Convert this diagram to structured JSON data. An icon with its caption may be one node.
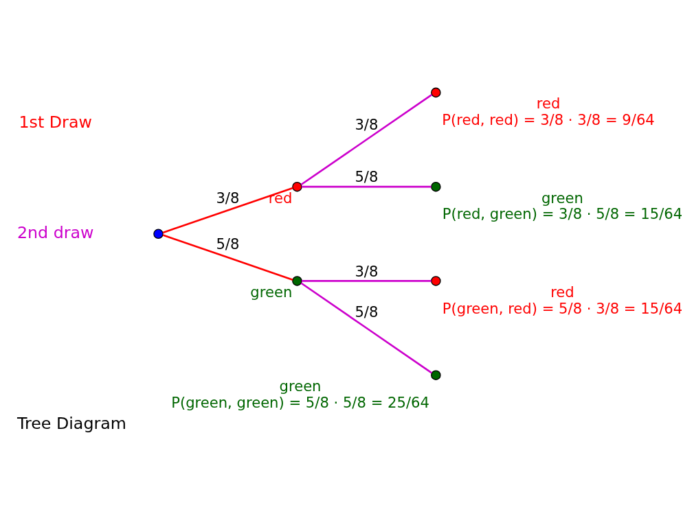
{
  "diagram": {
    "caption": "Tree Diagram",
    "nodes": [
      {
        "text": [],
        "shape": "circle"
      },
      {
        "text": [],
        "shape": "circle",
        "beside": [
          "red"
        ]
      },
      {
        "text": [],
        "shape": "circle",
        "beside": [
          "green"
        ]
      },
      {
        "text": [],
        "shape": "circle",
        "beside": [
          "red",
          "P(red, red) = 3/8 · 3/8 = 9/64"
        ]
      },
      {
        "text": [],
        "shape": "circle",
        "beside": [
          "green",
          "P(red, green) = 3/8 · 5/8 = 15/64"
        ]
      },
      {
        "text": [],
        "shape": "circle",
        "beside": [
          "red",
          "P(green, red) = 5/8 · 3/8 = 15/64"
        ]
      },
      {
        "text": [],
        "shape": "circle",
        "beside": [
          "green",
          "P(green, green) = 5/8 · 5/8 = 25/64"
        ]
      }
    ],
    "edges": [
      {
        "from": 0,
        "to": 1,
        "arrow": "none",
        "label": "3/8",
        "color": "#ff0000"
      },
      {
        "from": 0,
        "to": 2,
        "arrow": "none",
        "label": "5/8",
        "color": "#ff0000"
      },
      {
        "from": 1,
        "to": 3,
        "arrow": "none",
        "label": "3/8"
      },
      {
        "from": 1,
        "to": 4,
        "arrow": "none",
        "label": "5/8"
      },
      {
        "from": 2,
        "to": 5,
        "arrow": "none",
        "label": "3/8"
      },
      {
        "from": 2,
        "to": 6,
        "arrow": "none",
        "label": "5/8"
      }
    ],
    "legend": [
      {
        "text": "1st Draw",
        "color": "#ff0000"
      },
      {
        "text": "2nd draw",
        "color": "#cc00cc"
      }
    ]
  }
}
